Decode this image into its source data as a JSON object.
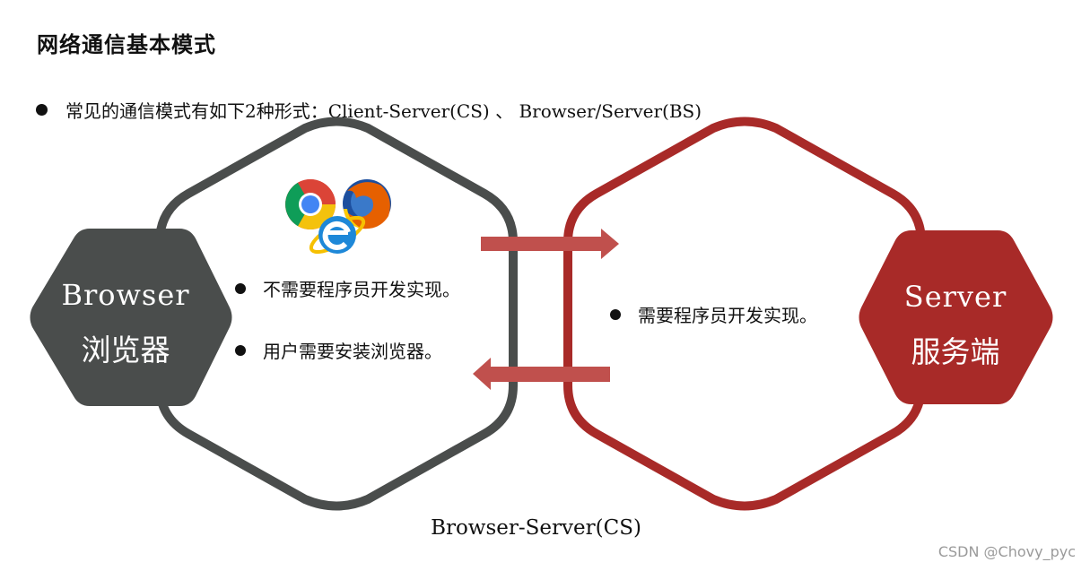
{
  "title": "网络通信基本模式",
  "intro": "常见的通信模式有如下2种形式：Client-Server(CS) 、 Browser/Server(BS)",
  "browser_node": {
    "name": "Browser",
    "label_cn": "浏览器",
    "color": "#4a4d4c"
  },
  "server_node": {
    "name": "Server",
    "label_cn": "服务端",
    "color": "#a82a28"
  },
  "browser_points": [
    "不需要程序员开发实现。",
    "用户需要安装浏览器。"
  ],
  "server_points": [
    "需要程序员开发实现。"
  ],
  "caption": "Browser-Server(CS)",
  "watermark": "CSDN @Chovy_pyc",
  "icons": [
    "chrome-icon",
    "firefox-icon",
    "ie-icon"
  ],
  "colors": {
    "browser_outline": "#4a4d4c",
    "server_outline": "#a82a28",
    "arrow": "#c0504d"
  }
}
